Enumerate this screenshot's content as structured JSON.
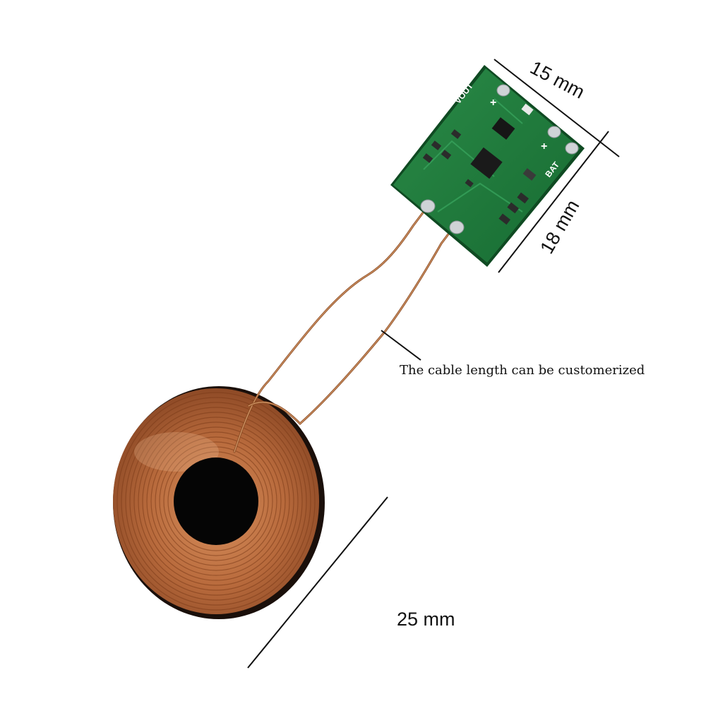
{
  "labels": {
    "width": "15 mm",
    "height": "18 mm",
    "coil_diameter": "25 mm",
    "cable_note": "The cable length can be customerized"
  },
  "pcb": {
    "silk_out": "VOUT",
    "silk_bat": "BAT",
    "plus_1": "+",
    "plus_2": "+"
  },
  "colors": {
    "pcb_green": "#1f7a3c",
    "copper": "#b86a3c",
    "core": "#050505"
  }
}
